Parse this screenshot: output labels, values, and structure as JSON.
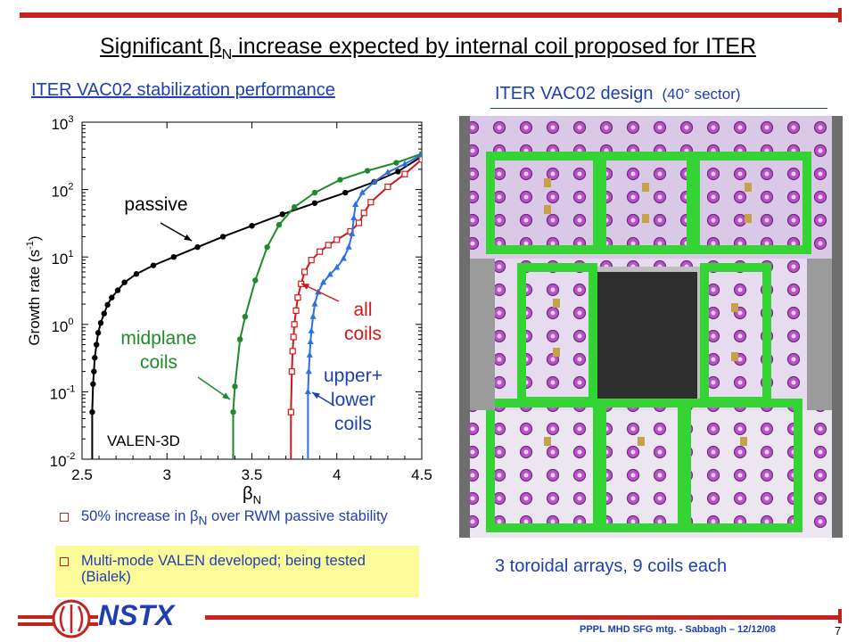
{
  "slide": {
    "title_pre": "Significant ",
    "title_beta": "β",
    "title_beta_sub": "N",
    "title_post": " increase expected by internal coil proposed for ITER",
    "left_heading": "ITER VAC02 stabilization performance",
    "right_heading": "ITER VAC02 design",
    "right_heading_paren": "(40° sector)",
    "caption": "3 toroidal arrays, 9 coils each",
    "bullets": [
      {
        "pre": "50% increase in ",
        "beta": "β",
        "sub": "N",
        "post": " over RWM passive stability"
      },
      {
        "text": "Multi-mode VALEN developed; being tested (Bialek)"
      }
    ],
    "logo_text": "NSTX",
    "footer": "PPPL MHD SFG mtg. - Sabbagh – 12/12/08",
    "page_number": "7",
    "colors": {
      "accent_red": "#c3241f",
      "heading_blue": "#1f3fb0",
      "highlight": "#fcfb9a",
      "coil_green": "#33d433",
      "vessel_lavender": "#d9c8e6",
      "port_magenta": "#b640c8"
    }
  },
  "chart_data": {
    "type": "line",
    "x": {
      "label": "β",
      "label_sub": "N",
      "lim": [
        2.5,
        4.5
      ],
      "ticks": [
        "2.5",
        "3",
        "3.5",
        "4",
        "4.5"
      ],
      "tick_values": [
        2.5,
        3,
        3.5,
        4,
        4.5
      ]
    },
    "y": {
      "label": "Growth rate (s",
      "label_sup": "-1",
      "label_close": ")",
      "scale": "log",
      "lim": [
        0.01,
        1000
      ],
      "ticks": [
        {
          "base": "10",
          "exp": "-2",
          "value": 0.01
        },
        {
          "base": "10",
          "exp": "-1",
          "value": 0.1
        },
        {
          "base": "10",
          "exp": "0",
          "value": 1
        },
        {
          "base": "10",
          "exp": "1",
          "value": 10
        },
        {
          "base": "10",
          "exp": "2",
          "value": 100
        },
        {
          "base": "10",
          "exp": "3",
          "value": 1000
        }
      ]
    },
    "annotation": "VALEN-3D",
    "series": [
      {
        "name": "passive",
        "color": "#000000",
        "marker": "circle",
        "points": [
          [
            2.56,
            0.01
          ],
          [
            2.56,
            0.05
          ],
          [
            2.565,
            0.13
          ],
          [
            2.57,
            0.2
          ],
          [
            2.575,
            0.32
          ],
          [
            2.585,
            0.5
          ],
          [
            2.595,
            0.75
          ],
          [
            2.61,
            1.05
          ],
          [
            2.63,
            1.45
          ],
          [
            2.65,
            1.95
          ],
          [
            2.675,
            2.5
          ],
          [
            2.71,
            3.2
          ],
          [
            2.75,
            4.2
          ],
          [
            2.82,
            5.6
          ],
          [
            2.92,
            7.5
          ],
          [
            3.04,
            10
          ],
          [
            3.18,
            14
          ],
          [
            3.33,
            20
          ],
          [
            3.5,
            29
          ],
          [
            3.68,
            43
          ],
          [
            3.87,
            63
          ],
          [
            4.05,
            90
          ],
          [
            4.22,
            130
          ],
          [
            4.36,
            185
          ],
          [
            4.5,
            310
          ]
        ]
      },
      {
        "name": "midplane coils",
        "color": "#1f8a2a",
        "marker": "circle",
        "points": [
          [
            3.39,
            0.01
          ],
          [
            3.39,
            0.05
          ],
          [
            3.4,
            0.12
          ],
          [
            3.43,
            0.6
          ],
          [
            3.46,
            1.3
          ],
          [
            3.52,
            4.5
          ],
          [
            3.59,
            14
          ],
          [
            3.66,
            30
          ],
          [
            3.75,
            55
          ],
          [
            3.87,
            90
          ],
          [
            4.02,
            140
          ],
          [
            4.18,
            190
          ],
          [
            4.35,
            250
          ],
          [
            4.5,
            340
          ]
        ]
      },
      {
        "name": "all coils",
        "color": "#d11818",
        "marker": "square-open",
        "points": [
          [
            3.73,
            0.01
          ],
          [
            3.73,
            0.05
          ],
          [
            3.735,
            0.2
          ],
          [
            3.74,
            0.4
          ],
          [
            3.745,
            0.65
          ],
          [
            3.75,
            1.0
          ],
          [
            3.76,
            1.6
          ],
          [
            3.77,
            2.5
          ],
          [
            3.79,
            4.0
          ],
          [
            3.81,
            6.0
          ],
          [
            3.85,
            9.0
          ],
          [
            3.9,
            12
          ],
          [
            3.95,
            15
          ],
          [
            4.0,
            18
          ],
          [
            4.08,
            24
          ],
          [
            4.13,
            32
          ],
          [
            4.16,
            45
          ],
          [
            4.2,
            65
          ],
          [
            4.3,
            110
          ],
          [
            4.4,
            170
          ],
          [
            4.5,
            280
          ]
        ]
      },
      {
        "name": "upper+ lower coils",
        "color": "#2f6fe0",
        "marker": "triangle",
        "points": [
          [
            3.83,
            0.01
          ],
          [
            3.83,
            0.1
          ],
          [
            3.835,
            0.2
          ],
          [
            3.84,
            0.35
          ],
          [
            3.845,
            0.55
          ],
          [
            3.85,
            0.8
          ],
          [
            3.86,
            1.3
          ],
          [
            3.87,
            2.0
          ],
          [
            3.89,
            3.0
          ],
          [
            3.92,
            4.2
          ],
          [
            3.96,
            5.5
          ],
          [
            4.0,
            7.0
          ],
          [
            4.04,
            9.5
          ],
          [
            4.07,
            14
          ],
          [
            4.09,
            22
          ],
          [
            4.1,
            38
          ],
          [
            4.11,
            60
          ],
          [
            4.15,
            90
          ],
          [
            4.22,
            130
          ],
          [
            4.3,
            180
          ],
          [
            4.4,
            240
          ],
          [
            4.5,
            330
          ]
        ]
      }
    ],
    "labels": [
      {
        "series": 0,
        "lines": [
          "passive"
        ]
      },
      {
        "series": 1,
        "lines": [
          "midplane",
          "coils"
        ]
      },
      {
        "series": 2,
        "lines": [
          "all",
          "coils"
        ]
      },
      {
        "series": 3,
        "lines": [
          "upper+",
          "lower",
          "coils"
        ]
      }
    ]
  }
}
